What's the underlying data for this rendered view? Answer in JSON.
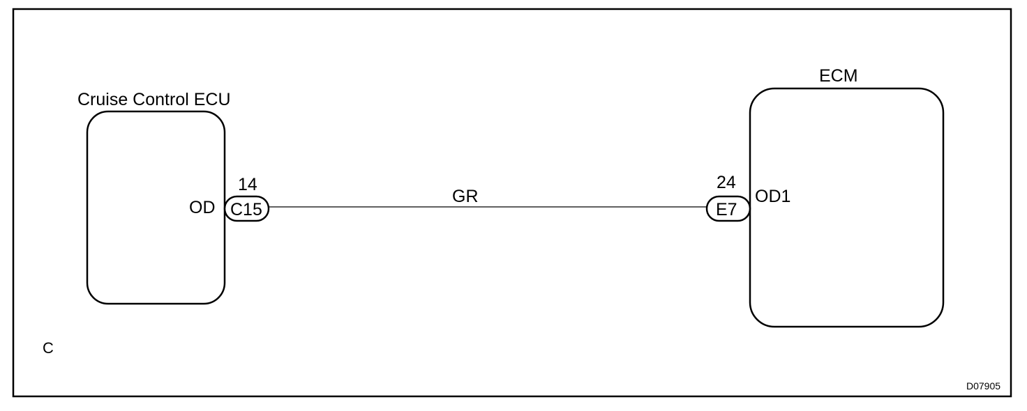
{
  "left_component": {
    "name": "Cruise Control ECU",
    "terminal": "OD",
    "pin": "14",
    "connector": "C15"
  },
  "right_component": {
    "name": "ECM",
    "terminal": "OD1",
    "pin": "24",
    "connector": "E7"
  },
  "wire": {
    "color_code": "GR"
  },
  "corner_label": "C",
  "figure_id": "D07905"
}
